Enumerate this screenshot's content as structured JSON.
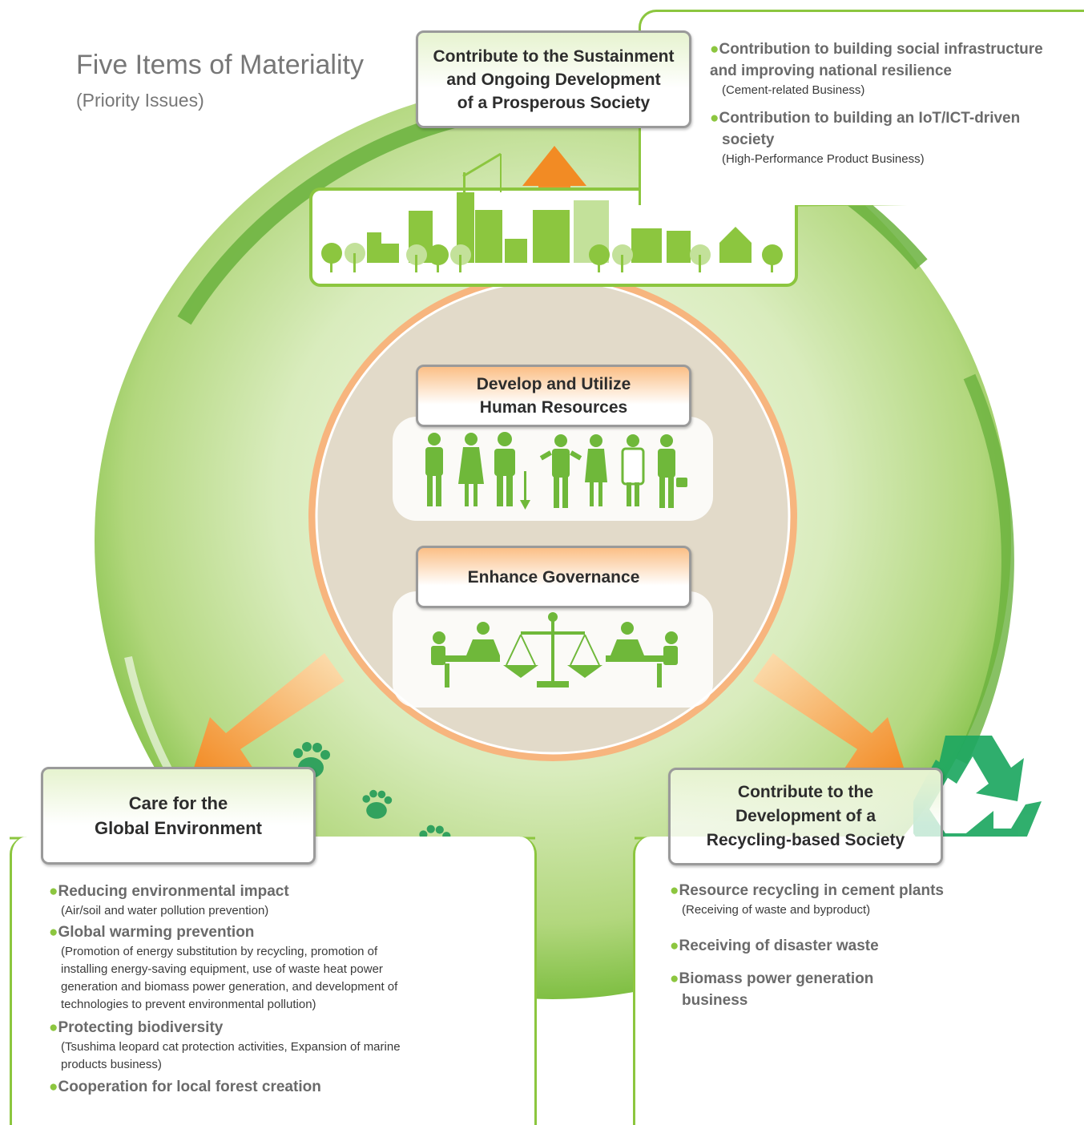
{
  "title": {
    "main": "Five Items of Materiality",
    "sub": "(Priority Issues)"
  },
  "top_box": {
    "lines": [
      "Contribute to the Sustainment",
      "and Ongoing Development",
      "of a Prosperous Society"
    ]
  },
  "top_panel": {
    "items": [
      {
        "head": [
          "Contribution to building social infrastructure",
          "and improving national resilience"
        ],
        "sub": [
          "(Cement-related Business)"
        ]
      },
      {
        "head": [
          "Contribution to building an IoT/ICT-driven",
          "society"
        ],
        "sub": [
          "(High-Performance Product Business)"
        ]
      }
    ]
  },
  "center": {
    "hr_lines": [
      "Develop and Utilize",
      "Human Resources"
    ],
    "gov_label": "Enhance Governance"
  },
  "left_box": {
    "lines": [
      "Care for the",
      "Global Environment"
    ]
  },
  "left_panel": {
    "items": [
      {
        "head": [
          "Reducing environmental impact"
        ],
        "sub": [
          "(Air/soil and water pollution prevention)"
        ]
      },
      {
        "head": [
          "Global warming prevention"
        ],
        "sub": [
          "(Promotion of energy substitution by recycling, promotion of",
          "installing energy-saving equipment, use of waste heat power",
          "generation and biomass power generation, and development of",
          "technologies to prevent environmental pollution)"
        ]
      },
      {
        "head": [
          "Protecting biodiversity"
        ],
        "sub": [
          "(Tsushima leopard cat protection activities, Expansion of marine",
          "products business)"
        ]
      },
      {
        "head": [
          "Cooperation for local forest creation"
        ],
        "sub": []
      }
    ]
  },
  "right_box": {
    "lines": [
      "Contribute to the",
      "Development of a",
      "Recycling-based Society"
    ]
  },
  "right_panel": {
    "items": [
      {
        "head": [
          "Resource recycling in cement plants"
        ],
        "sub": [
          "(Receiving of waste and byproduct)"
        ]
      },
      {
        "head": [
          "Receiving of disaster waste"
        ],
        "sub": []
      },
      {
        "head": [
          "Biomass power generation",
          "business"
        ],
        "sub": []
      }
    ]
  },
  "icons": {
    "city": "city-skyline-icon",
    "people": "people-group-icon",
    "governance": "scales-meeting-icon",
    "paws": "paw-print-icon",
    "recycle": "recycle-icon",
    "globe": "globe-icon",
    "trees": "tree-icon"
  },
  "colors": {
    "green_dark": "#5aa532",
    "green": "#8cc63f",
    "green_light": "#c3e19a",
    "orange": "#f29a3a",
    "center_fill": "#e2dac9",
    "recycle": "#1ea861"
  }
}
